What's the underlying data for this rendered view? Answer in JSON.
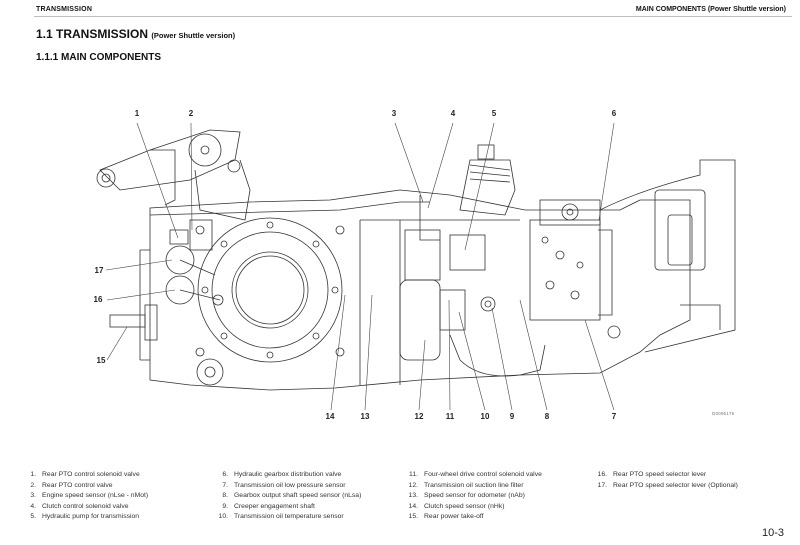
{
  "header": {
    "left": "TRANSMISSION",
    "right": "MAIN COMPONENTS (Power Shuttle version)"
  },
  "title": {
    "main": "1.1 TRANSMISSION",
    "sub": "(Power Shuttle version)"
  },
  "subtitle": "1.1.1 MAIN COMPONENTS",
  "figure": {
    "description": "Transmission (Power Shuttle version) line drawing with numbered callouts",
    "drawing_code": "D0006176",
    "callouts": [
      "1",
      "2",
      "3",
      "4",
      "5",
      "6",
      "7",
      "8",
      "9",
      "10",
      "11",
      "12",
      "13",
      "14",
      "15",
      "16",
      "17"
    ]
  },
  "legend": {
    "col1": [
      {
        "num": "1.",
        "text": "Rear PTO control solenoid valve"
      },
      {
        "num": "2.",
        "text": "Rear PTO control valve"
      },
      {
        "num": "3.",
        "text": "Engine speed sensor (nLse - nMot)"
      },
      {
        "num": "4.",
        "text": "Clutch control solenoid valve"
      },
      {
        "num": "5.",
        "text": "Hydraulic pump for transmission"
      }
    ],
    "col2": [
      {
        "num": "6.",
        "text": "Hydraulic gearbox distribution valve"
      },
      {
        "num": "7.",
        "text": "Transmission oil low pressure sensor"
      },
      {
        "num": "8.",
        "text": "Gearbox output shaft speed sensor (nLsa)"
      },
      {
        "num": "9.",
        "text": "Creeper engagement shaft"
      },
      {
        "num": "10.",
        "text": "Transmission oil temperature sensor"
      }
    ],
    "col3": [
      {
        "num": "11.",
        "text": "Four-wheel drive control solenoid valve"
      },
      {
        "num": "12.",
        "text": "Transmission oil suction line filter"
      },
      {
        "num": "13.",
        "text": "Speed sensor for odometer (nAb)"
      },
      {
        "num": "14.",
        "text": "Clutch speed sensor (nHk)"
      },
      {
        "num": "15.",
        "text": "Rear power take-off"
      }
    ],
    "col4": [
      {
        "num": "16.",
        "text": "Rear PTO speed selector lever"
      },
      {
        "num": "17.",
        "text": "Rear PTO speed selector lever (Optional)"
      }
    ]
  },
  "page_number": "10-3"
}
